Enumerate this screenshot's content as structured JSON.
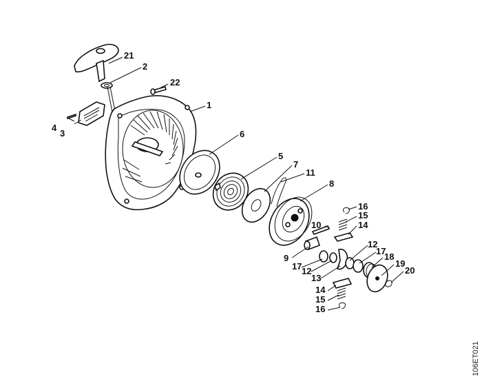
{
  "drawing_code": "106ET021",
  "callouts": [
    {
      "id": "c21",
      "text": "21"
    },
    {
      "id": "c2",
      "text": "2"
    },
    {
      "id": "c22",
      "text": "22"
    },
    {
      "id": "c1",
      "text": "1"
    },
    {
      "id": "c4",
      "text": "4"
    },
    {
      "id": "c3",
      "text": "3"
    },
    {
      "id": "c6",
      "text": "6"
    },
    {
      "id": "c5",
      "text": "5"
    },
    {
      "id": "c7",
      "text": "7"
    },
    {
      "id": "c11",
      "text": "11"
    },
    {
      "id": "c8",
      "text": "8"
    },
    {
      "id": "c16a",
      "text": "16"
    },
    {
      "id": "c15a",
      "text": "15"
    },
    {
      "id": "c14a",
      "text": "14"
    },
    {
      "id": "c10",
      "text": "10"
    },
    {
      "id": "c9",
      "text": "9"
    },
    {
      "id": "c17a",
      "text": "17"
    },
    {
      "id": "c12a",
      "text": "12"
    },
    {
      "id": "c13",
      "text": "13"
    },
    {
      "id": "c12b",
      "text": "12"
    },
    {
      "id": "c17b",
      "text": "17"
    },
    {
      "id": "c18",
      "text": "18"
    },
    {
      "id": "c19",
      "text": "19"
    },
    {
      "id": "c20",
      "text": "20"
    },
    {
      "id": "c14b",
      "text": "14"
    },
    {
      "id": "c15b",
      "text": "15"
    },
    {
      "id": "c16b",
      "text": "16"
    }
  ]
}
